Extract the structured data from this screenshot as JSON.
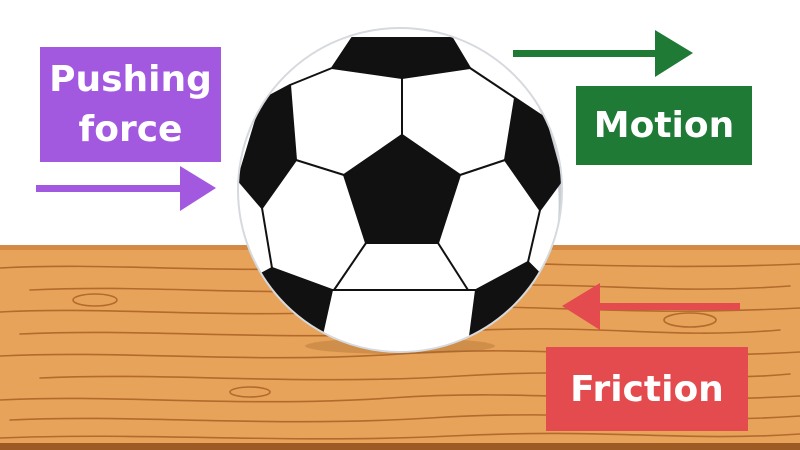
{
  "labels": {
    "pushing_force": {
      "line1": "Pushing",
      "line2": "force"
    },
    "motion": "Motion",
    "friction": "Friction"
  },
  "colors": {
    "push": "#a259e0",
    "motion": "#1f7a35",
    "friction": "#e34b4f",
    "table": "#e8a35a",
    "table_grain": "#b36a2d",
    "table_edge": "#9c5a24",
    "ball_white": "#ffffff",
    "ball_shade": "#c8ccd3",
    "ball_black": "#111111"
  },
  "icons": {
    "ball": "soccer-ball-icon",
    "push_arrow": "arrow-right-icon",
    "motion_arrow": "arrow-right-icon",
    "friction_arrow": "arrow-left-icon"
  }
}
